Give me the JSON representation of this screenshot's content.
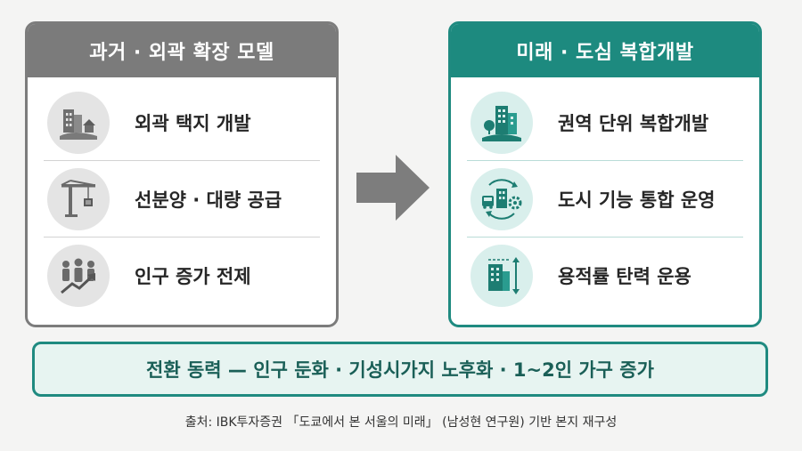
{
  "left_panel": {
    "title": "과거 · 외곽 확장 모델",
    "items": [
      {
        "label": "외곽 택지 개발",
        "icon": "suburban-development-icon"
      },
      {
        "label": "선분양 · 대량 공급",
        "icon": "construction-crane-icon"
      },
      {
        "label": "인구 증가 전제",
        "icon": "population-growth-icon"
      }
    ]
  },
  "right_panel": {
    "title": "미래 · 도심 복합개발",
    "items": [
      {
        "label": "권역 단위 복합개발",
        "icon": "city-district-icon"
      },
      {
        "label": "도시 기능 통합 운영",
        "icon": "integrated-city-functions-icon"
      },
      {
        "label": "용적률 탄력 운용",
        "icon": "flexible-floor-area-icon"
      }
    ]
  },
  "summary": "전환 동력 — 인구 둔화 · 기성시가지 노후화 · 1~2인 가구 증가",
  "source": "출처: IBK투자증권 「도쿄에서 본 서울의 미래」 (남성현 연구원) 기반 본지 재구성",
  "colors": {
    "gray": "#7b7b7b",
    "teal": "#1d8a7f",
    "summary_bg": "#e7f4f1"
  }
}
